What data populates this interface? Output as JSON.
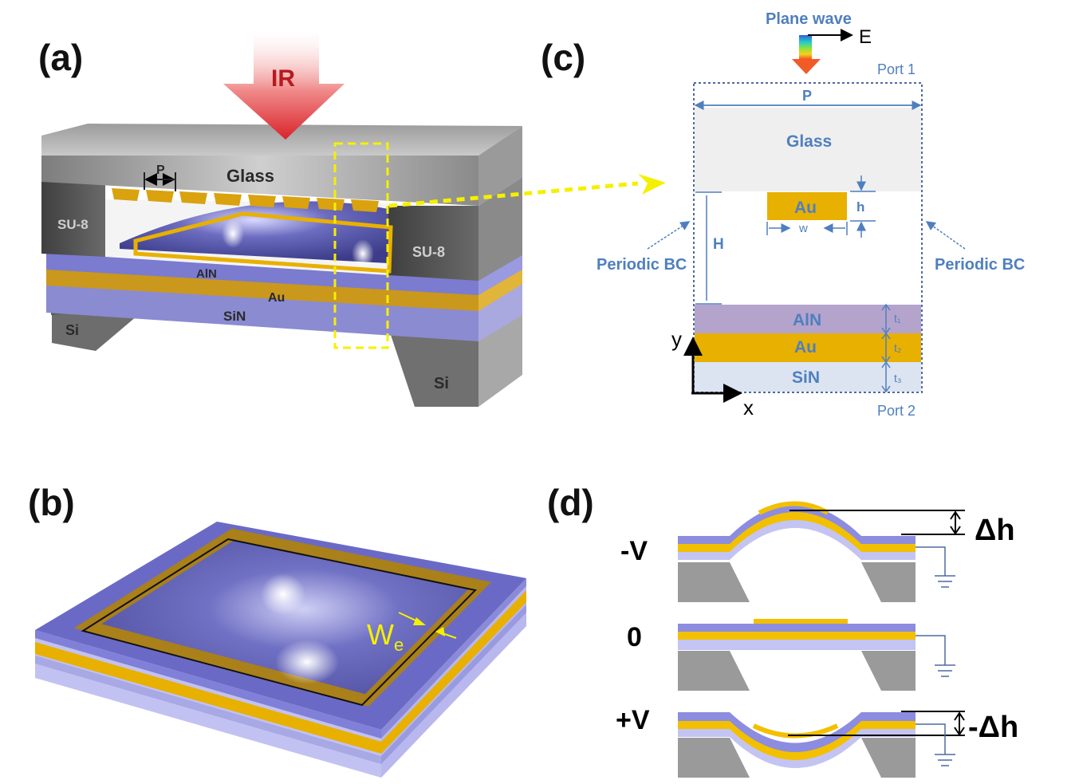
{
  "panels": {
    "a": "(a)",
    "b": "(b)",
    "c": "(c)",
    "d": "(d)"
  },
  "panel_a": {
    "ir": "IR",
    "glass": "Glass",
    "period": "P",
    "su8_left": "SU-8",
    "su8_right": "SU-8",
    "aln": "AlN",
    "au": "Au",
    "sin": "SiN",
    "si_left": "Si",
    "si_right": "Si"
  },
  "panel_b": {
    "we_main": "W",
    "we_sub": "e"
  },
  "panel_c": {
    "plane_wave": "Plane wave",
    "e_field": "E",
    "port1": "Port 1",
    "port2": "Port 2",
    "period": "P",
    "glass": "Glass",
    "au_grating": "Au",
    "h_small": "h",
    "w_small": "w",
    "H_big": "H",
    "bc_left": "Periodic BC",
    "bc_right": "Periodic BC",
    "aln": "AlN",
    "au": "Au",
    "sin": "SiN",
    "t1": "t₁",
    "t2": "t₂",
    "t3": "t₃",
    "axis_y": "y",
    "axis_x": "x"
  },
  "panel_d": {
    "neg_v": "-V",
    "zero": "0",
    "pos_v": "+V",
    "dh": "Δh",
    "neg_dh": "-Δh"
  },
  "colors": {
    "gold": "#e8b000",
    "purple_layer": "#8c8ce0",
    "light_purple": "#c0c0f0",
    "aln_fill": "#b4a4cc",
    "sin_fill": "#dbe4f0",
    "glass_fill": "#efefef",
    "label_blue": "#4f7fbf",
    "yellow_dash": "#f5f000",
    "gray_support": "#9a9a9a"
  }
}
